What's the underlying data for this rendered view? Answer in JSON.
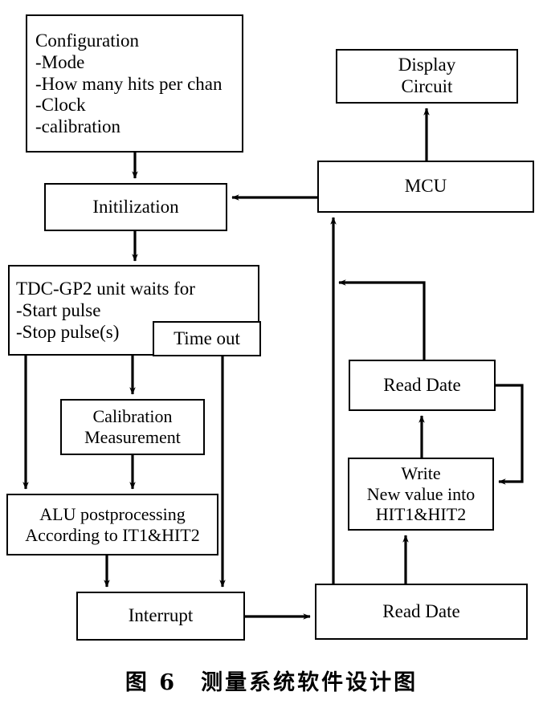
{
  "figure": {
    "caption": "图 6　测量系统软件设计图",
    "caption_label": "图 6",
    "caption_title": "测量系统软件设计图"
  },
  "diagram": {
    "type": "flowchart",
    "title": "Measurement system software design flowchart",
    "nodes": [
      {
        "id": "configuration",
        "lines": [
          "Configuration",
          "-Mode",
          "-How many hits per chan",
          "-Clock",
          "-calibration"
        ]
      },
      {
        "id": "initilization",
        "lines": [
          "Initilization"
        ]
      },
      {
        "id": "tdc-gp2",
        "lines": [
          "TDC-GP2 unit waits for",
          "-Start pulse",
          "-Stop pulse(s)"
        ]
      },
      {
        "id": "time-out",
        "lines": [
          "Time out"
        ]
      },
      {
        "id": "calibration-measurement",
        "lines": [
          "Calibration",
          "Measurement"
        ]
      },
      {
        "id": "alu-postprocessing",
        "lines": [
          "ALU postprocessing",
          "According to IT1&HIT2"
        ]
      },
      {
        "id": "interrupt",
        "lines": [
          "Interrupt"
        ]
      },
      {
        "id": "display-circuit",
        "lines": [
          "Display",
          "Circuit"
        ]
      },
      {
        "id": "mcu",
        "lines": [
          "MCU"
        ]
      },
      {
        "id": "read-date-upper",
        "lines": [
          "Read Date"
        ]
      },
      {
        "id": "write-new-value",
        "lines": [
          "Write",
          "New value into",
          "HIT1&HIT2"
        ]
      },
      {
        "id": "read-date-lower",
        "lines": [
          "Read Date"
        ]
      }
    ],
    "edges": [
      {
        "from": "configuration",
        "to": "initilization"
      },
      {
        "from": "initilization",
        "to": "tdc-gp2"
      },
      {
        "from": "tdc-gp2",
        "to": "calibration-measurement"
      },
      {
        "from": "tdc-gp2",
        "to": "alu-postprocessing"
      },
      {
        "from": "calibration-measurement",
        "to": "alu-postprocessing"
      },
      {
        "from": "time-out",
        "to": "interrupt"
      },
      {
        "from": "alu-postprocessing",
        "to": "interrupt"
      },
      {
        "from": "interrupt",
        "to": "read-date-lower"
      },
      {
        "from": "read-date-lower",
        "to": "write-new-value"
      },
      {
        "from": "write-new-value",
        "to": "read-date-upper"
      },
      {
        "from": "read-date-upper",
        "to": "write-new-value"
      },
      {
        "from": "read-date-lower",
        "to": "mcu"
      },
      {
        "from": "read-date-upper",
        "to": "mcu"
      },
      {
        "from": "mcu",
        "to": "initilization"
      },
      {
        "from": "mcu",
        "to": "display-circuit"
      }
    ],
    "colors": {
      "stroke": "#000000",
      "fill": "#ffffff",
      "text": "#000000"
    }
  }
}
